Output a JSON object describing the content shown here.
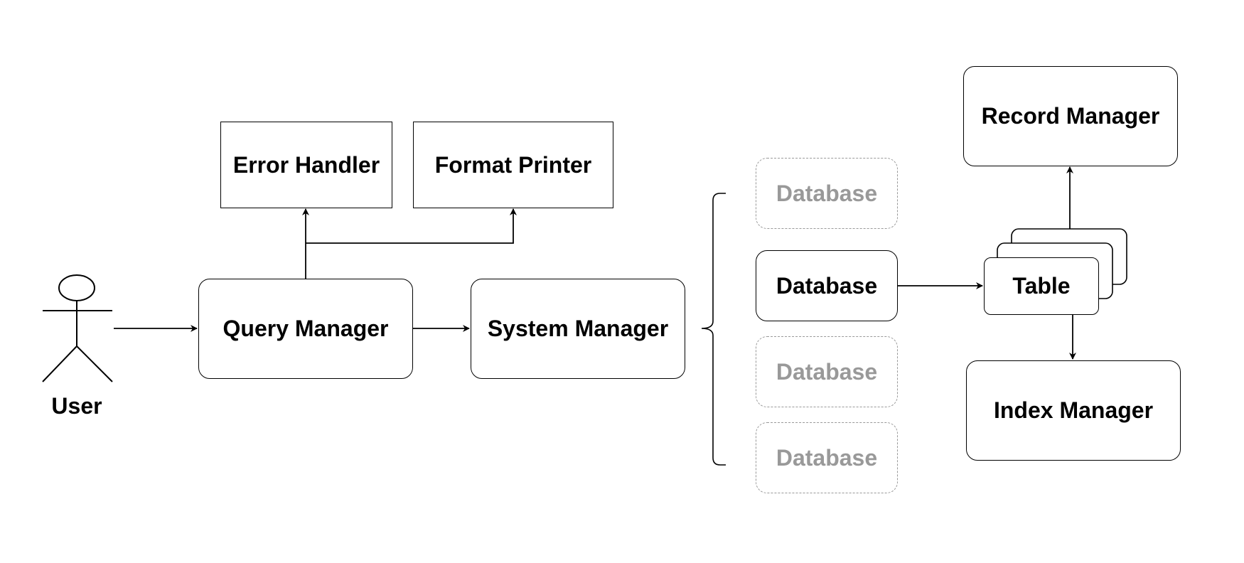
{
  "actor": {
    "label": "User"
  },
  "nodes": {
    "query_manager": "Query Manager",
    "system_manager": "System Manager",
    "error_handler": "Error Handler",
    "format_printer": "Format Printer",
    "databases": [
      "Database",
      "Database",
      "Database",
      "Database"
    ],
    "table": "Table",
    "record_manager": "Record Manager",
    "index_manager": "Index Manager"
  },
  "colors": {
    "stroke": "#000000",
    "inactive": "#999999",
    "background": "#ffffff"
  }
}
